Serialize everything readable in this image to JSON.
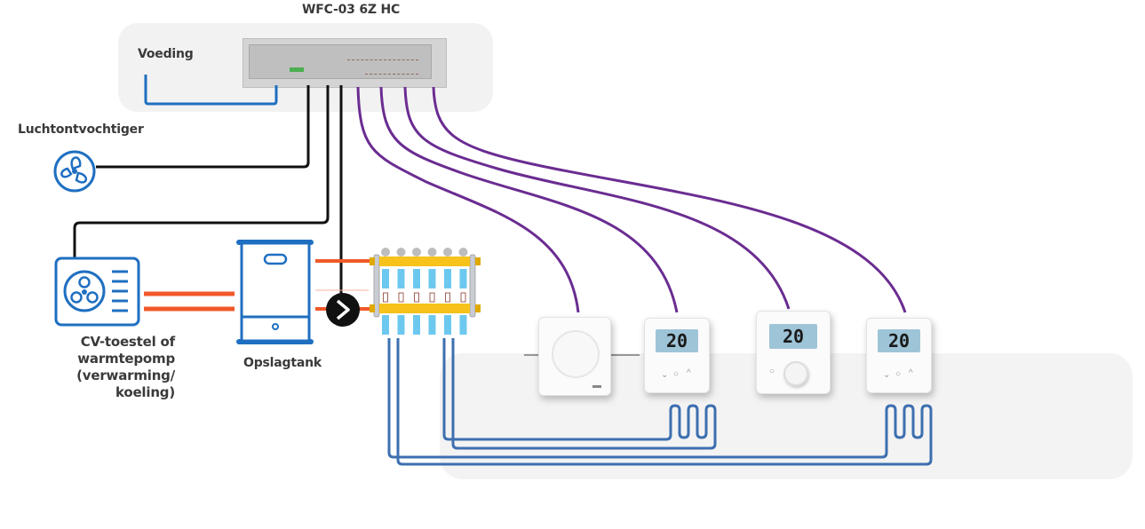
{
  "title": "WFC-03 6Z HC",
  "labels": {
    "power_supply": "Voeding",
    "dehumidifier": "Luchtontvochtiger",
    "heat_source_line1": "CV-toestel of",
    "heat_source_line2": "warmtepomp",
    "heat_source_line3": "(verwarming/",
    "heat_source_line4": "koeling)",
    "storage_tank": "Opslagtank"
  },
  "thermostats": [
    {
      "type": "analog-dial",
      "display": ""
    },
    {
      "type": "digital",
      "display": "20"
    },
    {
      "type": "digital-dial",
      "display": "20"
    },
    {
      "type": "digital",
      "display": "20"
    }
  ],
  "manifold": {
    "zones": 6
  },
  "colors": {
    "accent_blue": "#1f6fc1",
    "pipe_hot": "#f0592a",
    "pipe_floor": "#3d6fb0",
    "signal_wire": "#6a2c91",
    "control_wire": "#111111",
    "manifold_bar": "#f7c21a",
    "manifold_pipe": "#6cc8ef"
  },
  "icons": {
    "fan": "fan-icon",
    "pump": "pump-icon",
    "heat_pump": "heat-pump-icon",
    "tank": "storage-tank-icon"
  }
}
